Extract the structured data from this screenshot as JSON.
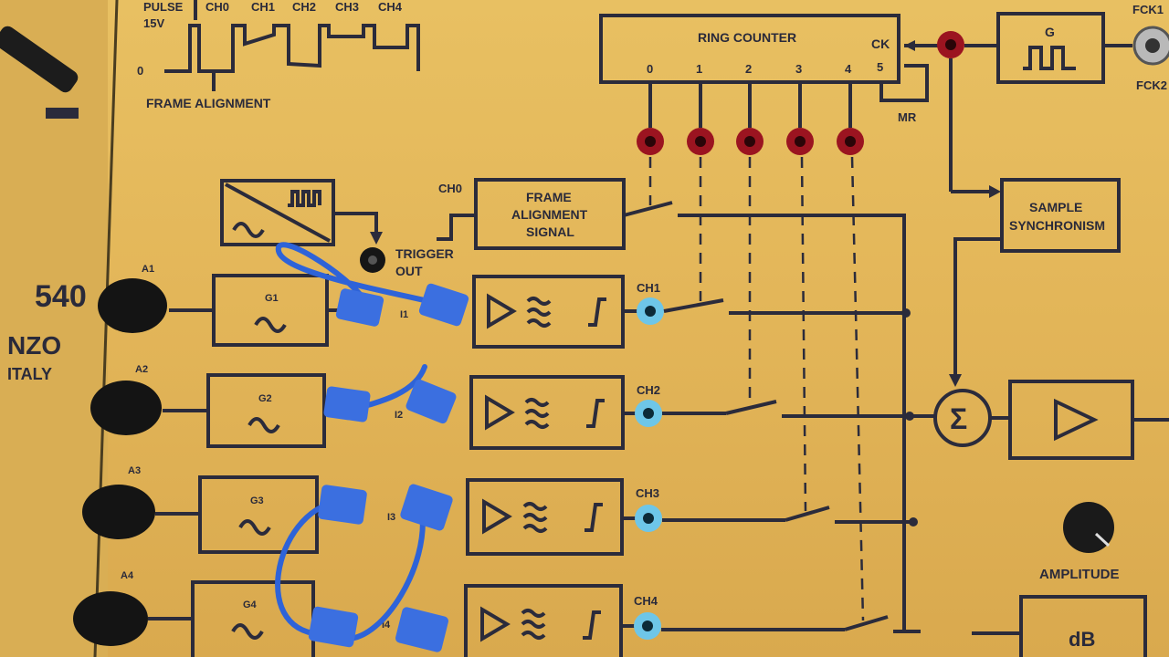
{
  "board": {
    "colors": {
      "panel": "#e3b659",
      "ink": "#2b2b3b",
      "socket_red": "#9b1420",
      "socket_blue": "#6ec6e8",
      "patch_cable": "#2e63d8",
      "knob": "#1a1a1a"
    },
    "pulse_diagram": {
      "pulse_label": "PULSE",
      "level_high": "15V",
      "level_low": "0",
      "channels": [
        "CH0",
        "CH1",
        "CH2",
        "CH3",
        "CH4"
      ],
      "frame_alignment_label": "FRAME ALIGNMENT"
    },
    "ring_counter": {
      "title": "RING COUNTER",
      "outputs": [
        "0",
        "1",
        "2",
        "3",
        "4",
        "5"
      ],
      "clock_label": "CK",
      "reset_label": "MR"
    },
    "generator": {
      "name": "G"
    },
    "connectors": {
      "fck1": "FCK1",
      "fck2": "FCK2"
    },
    "converter": {
      "trigger_label_1": "TRIGGER",
      "trigger_label_2": "OUT"
    },
    "frame_alignment_block": {
      "ch_label": "CH0",
      "line1": "FRAME",
      "line2": "ALIGNMENT",
      "line3": "SIGNAL"
    },
    "sample_sync": {
      "line1": "SAMPLE",
      "line2": "SYNCHRONISM"
    },
    "panel_side": {
      "model": "540",
      "brand": "NZO",
      "country": "ITALY"
    },
    "channels": [
      {
        "knob": "A1",
        "gen": "G1",
        "jack": "I1",
        "output": "CH1"
      },
      {
        "knob": "A2",
        "gen": "G2",
        "jack": "I2",
        "output": "CH2"
      },
      {
        "knob": "A3",
        "gen": "G3",
        "jack": "I3",
        "output": "CH3"
      },
      {
        "knob": "A4",
        "gen": "G4",
        "jack": "I4",
        "output": "CH4"
      }
    ],
    "summer": {
      "symbol": "Σ"
    },
    "amplitude": {
      "label": "AMPLITUDE"
    },
    "attenuator": {
      "label": "dB"
    }
  }
}
